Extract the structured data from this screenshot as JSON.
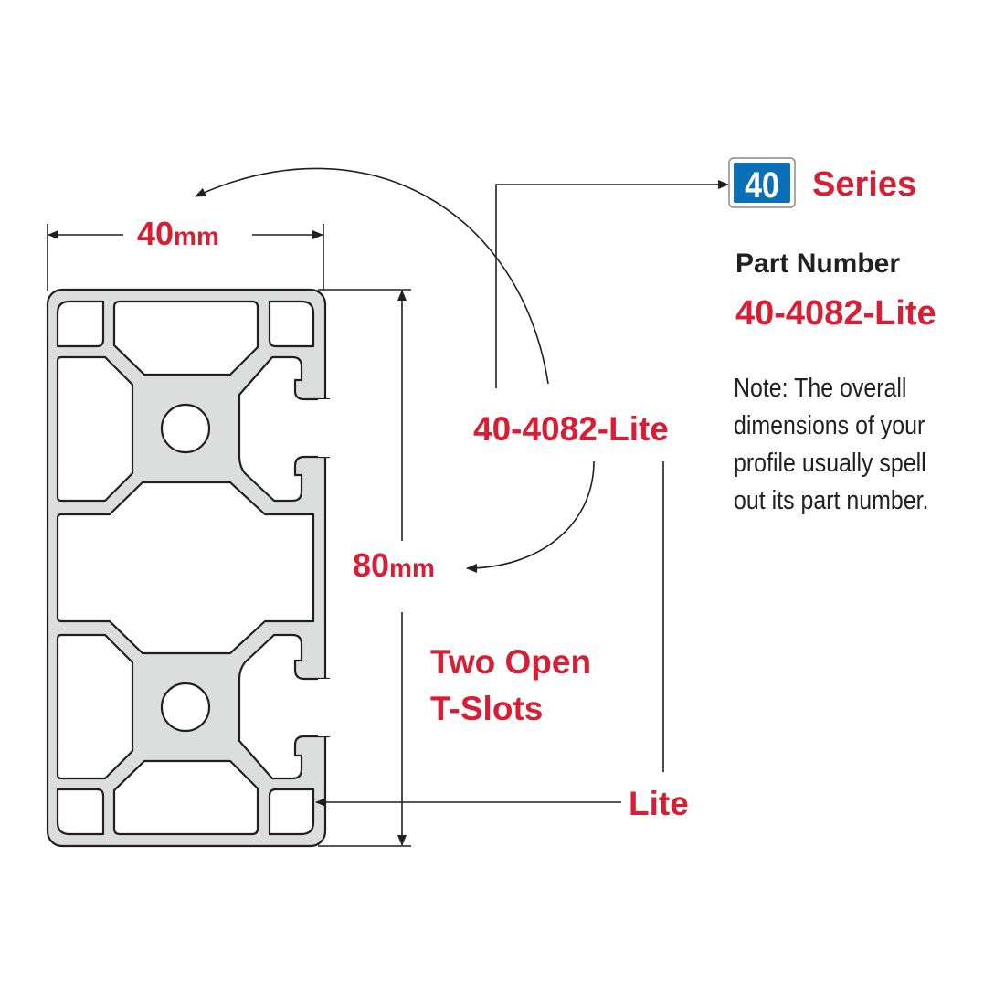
{
  "dimensions": {
    "width_value": "40",
    "width_unit": "mm",
    "height_value": "80",
    "height_unit": "mm"
  },
  "series_badge": {
    "number": "40",
    "label": "Series",
    "badge_color": "#0a6fb7"
  },
  "part_number": {
    "heading": "Part Number",
    "value": "40-4082-Lite"
  },
  "callout_part": "40-4082-Lite",
  "slots_label": {
    "line1": "Two Open",
    "line2": "T-Slots"
  },
  "lite_label": "Lite",
  "note": "Note: The overall dimensions of your profile usually spell out its part number.",
  "colors": {
    "accent_red": "#d81e34",
    "profile_gray": "#dcdddd"
  }
}
